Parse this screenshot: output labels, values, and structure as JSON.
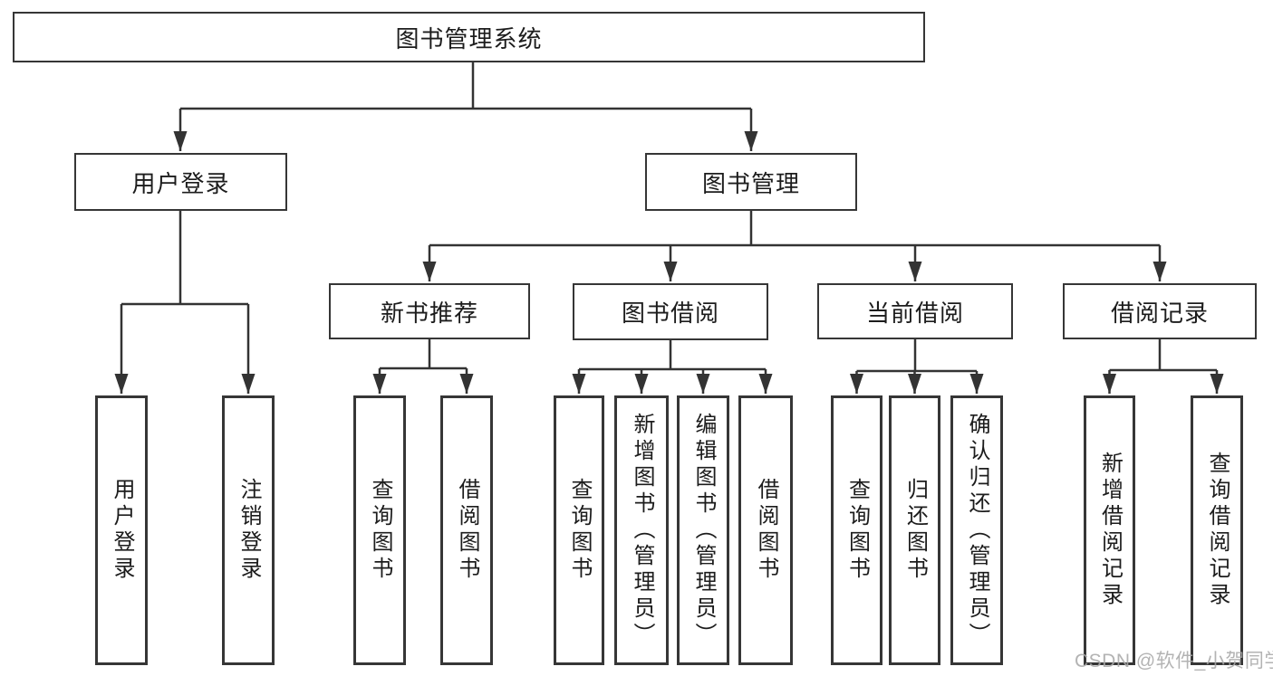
{
  "page": {
    "background": "#ffffff"
  },
  "colors": {
    "line": "#333333",
    "box_border": "#363636",
    "text": "#1c1c1c",
    "watermark": "#a8a8a8"
  },
  "tree": {
    "root": {
      "label": "图书管理系统"
    },
    "children": [
      {
        "label": "用户登录",
        "children": [
          {
            "label": "用户登录"
          },
          {
            "label": "注销登录"
          }
        ]
      },
      {
        "label": "图书管理",
        "children": [
          {
            "label": "新书推荐",
            "children": [
              {
                "label": "查询图书"
              },
              {
                "label": "借阅图书"
              }
            ]
          },
          {
            "label": "图书借阅",
            "children": [
              {
                "label": "查询图书"
              },
              {
                "label": "新增图书（管理员）"
              },
              {
                "label": "编辑图书（管理员）"
              },
              {
                "label": "借阅图书"
              }
            ]
          },
          {
            "label": "当前借阅",
            "children": [
              {
                "label": "查询图书"
              },
              {
                "label": "归还图书"
              },
              {
                "label": "确认归还（管理员）"
              }
            ]
          },
          {
            "label": "借阅记录",
            "children": [
              {
                "label": "新增借阅记录"
              },
              {
                "label": "查询借阅记录"
              }
            ]
          }
        ]
      }
    ]
  },
  "watermark": {
    "text": "CSDN @软件_小贺同学"
  }
}
